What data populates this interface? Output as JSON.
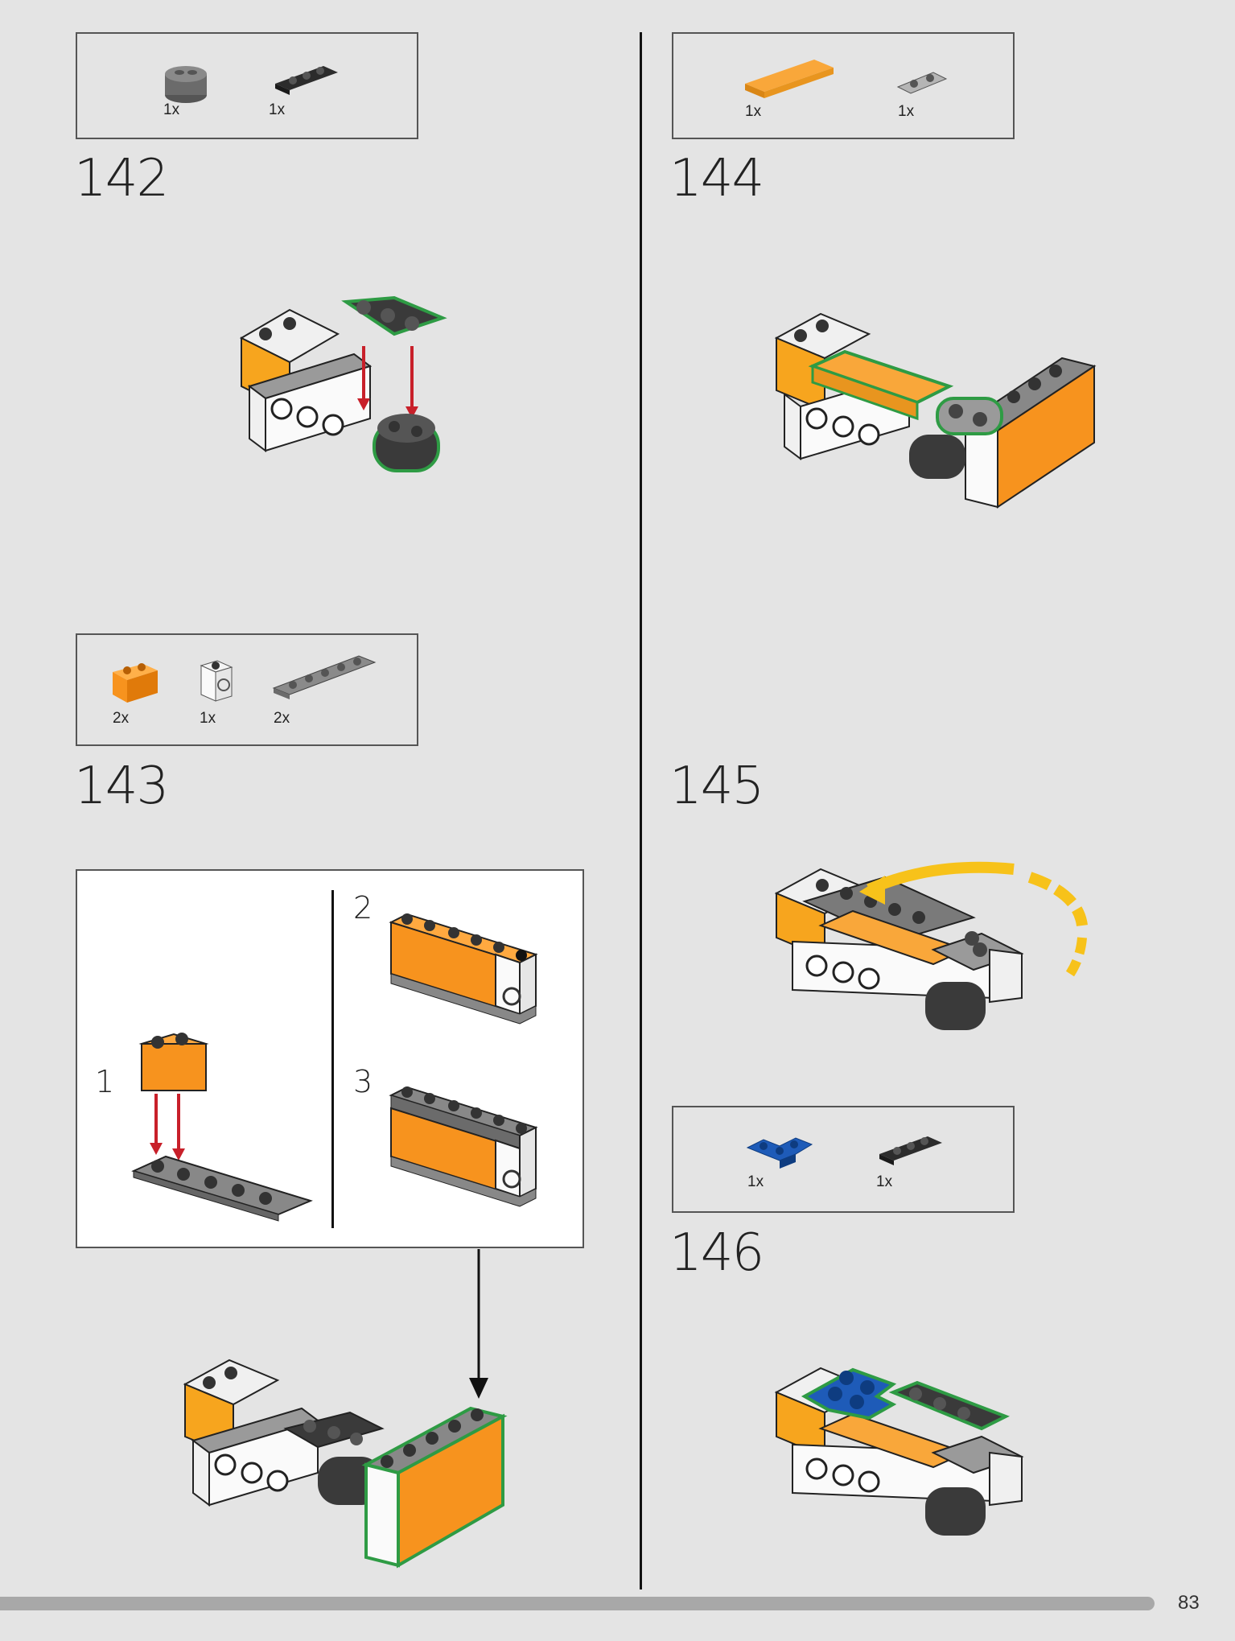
{
  "page": {
    "number": "83"
  },
  "steps": [
    {
      "number": "142",
      "parts": [
        {
          "qty": "1x",
          "part": "dark-grey-round-bricks-stack"
        },
        {
          "qty": "1x",
          "part": "black-plate-1x3-rounded"
        }
      ]
    },
    {
      "number": "143",
      "parts": [
        {
          "qty": "2x",
          "part": "orange-brick-1x2"
        },
        {
          "qty": "1x",
          "part": "white-brick-clip"
        },
        {
          "qty": "2x",
          "part": "grey-plate-1x6"
        }
      ],
      "substeps": [
        "1",
        "2",
        "3"
      ]
    },
    {
      "number": "144",
      "parts": [
        {
          "qty": "1x",
          "part": "orange-tile-1x6"
        },
        {
          "qty": "1x",
          "part": "light-grey-plate-1x2-rounded"
        }
      ]
    },
    {
      "number": "145",
      "parts": []
    },
    {
      "number": "146",
      "parts": [
        {
          "qty": "1x",
          "part": "blue-plate-corner-2x2"
        },
        {
          "qty": "1x",
          "part": "black-plate-1x3-rounded"
        }
      ]
    }
  ],
  "colors": {
    "orange": "#f7931e",
    "tile_orange": "#f9a73a",
    "dark": "#3a3a3a",
    "grey": "#8a8a8a",
    "highlight": "#2e9b44",
    "arrow_red": "#c8202a",
    "rotate_yellow": "#f7c21a",
    "blue": "#1e5bb8"
  }
}
